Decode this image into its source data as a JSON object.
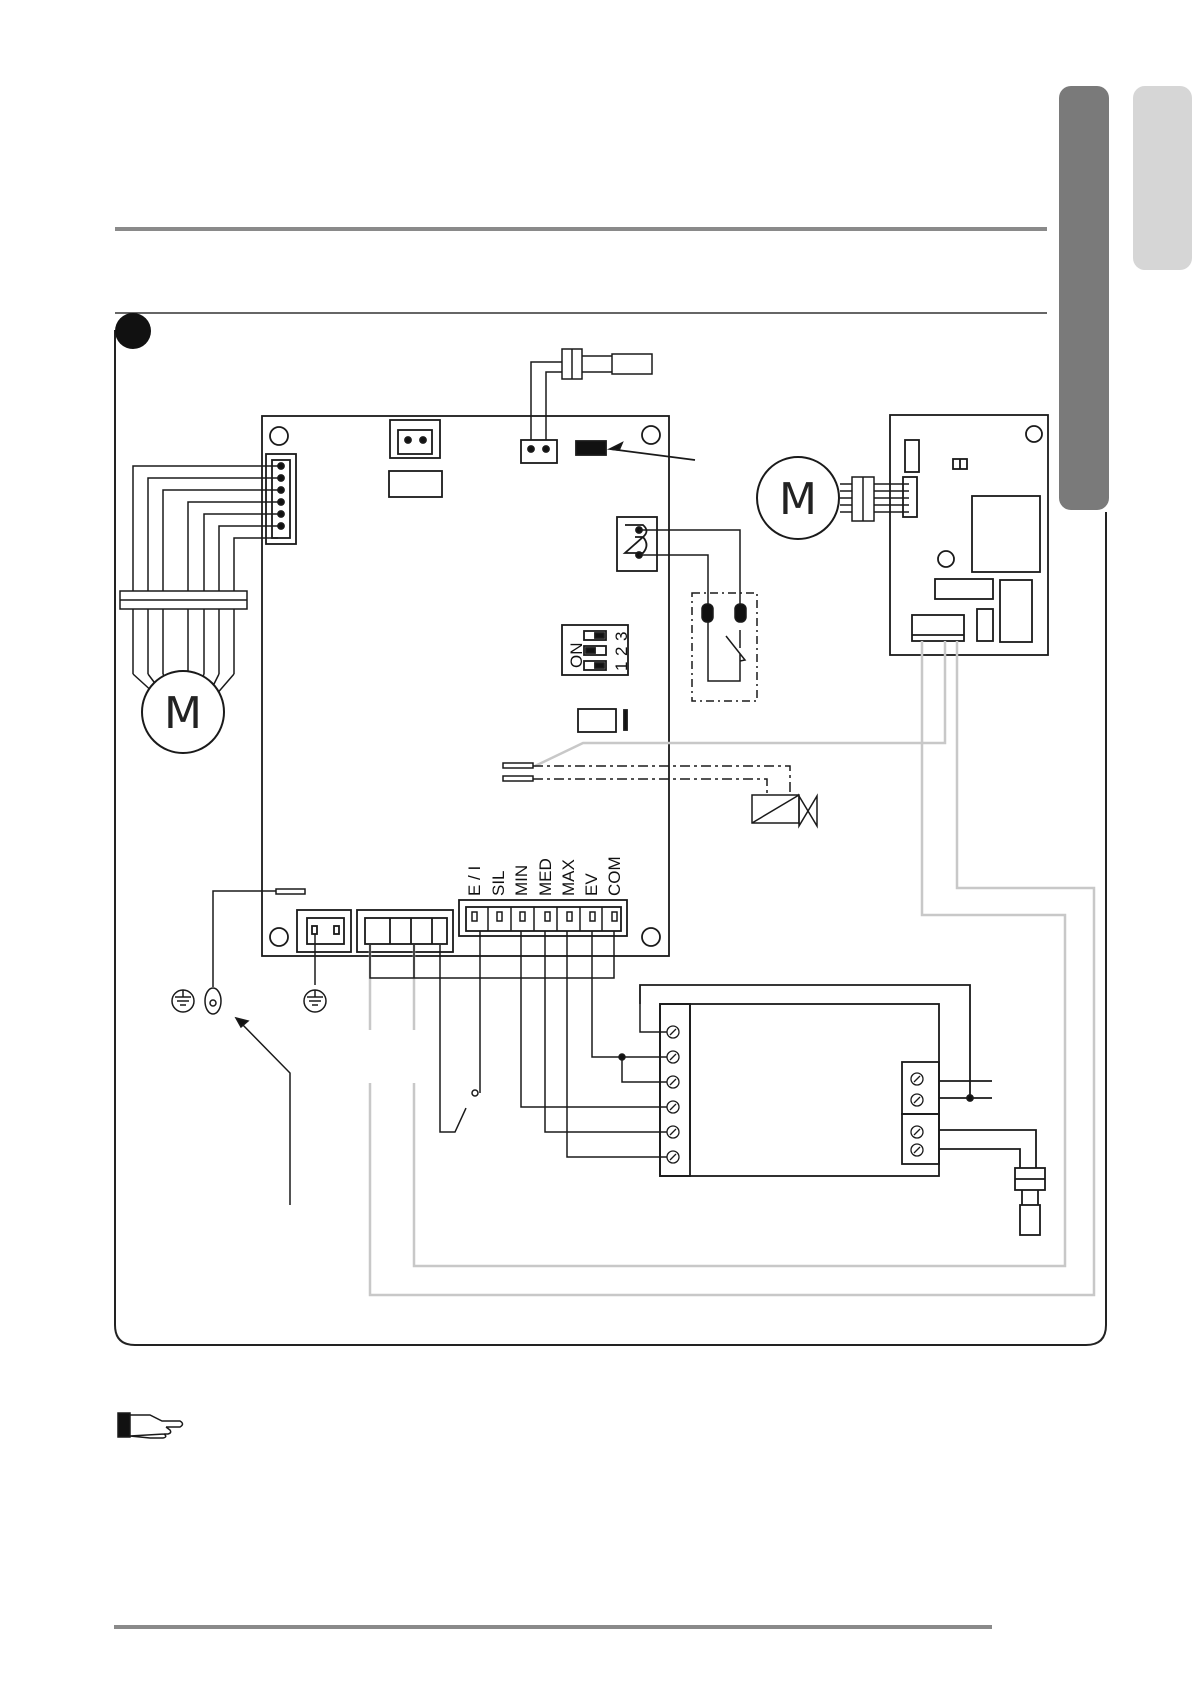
{
  "tabs": [
    {
      "id": "tab-active",
      "color": "#7a7a7a"
    },
    {
      "id": "tab-inactive",
      "color": "#d6d6d6"
    }
  ],
  "diagram": {
    "terminal_labels": [
      "E / I",
      "SIL",
      "MIN",
      "MED",
      "MAX",
      "EV",
      "COM"
    ],
    "motor_symbol": "M",
    "dip_switch": {
      "on_label": "ON",
      "positions": [
        "1",
        "2",
        "3"
      ]
    }
  },
  "colors": {
    "line": "#1a1a1a",
    "wire_gray": "#c8c8c8",
    "frame": "#222222"
  },
  "icons": [
    "pointing-hand-icon",
    "ground-icon",
    "motor-icon",
    "valve-icon",
    "relay-icon"
  ]
}
